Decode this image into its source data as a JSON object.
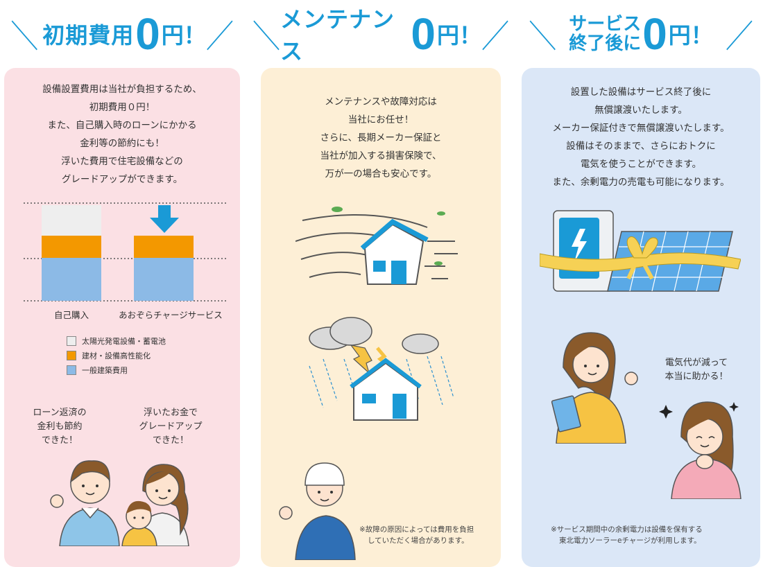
{
  "headers": [
    {
      "title": "初期費用",
      "zero": "0",
      "yen": "円！"
    },
    {
      "title": "メンテナンス",
      "zero": "0",
      "yen": "円！"
    },
    {
      "title_line1": "サービス",
      "title_line2": "終了後に",
      "zero": "0",
      "yen": "円！"
    }
  ],
  "panel1": {
    "desc": [
      "設備設置費用は当社が負担するため、",
      "初期費用０円！",
      "また、自己購入時のローンにかかる",
      "金利等の節約にも！",
      "浮いた費用で住宅設備などの",
      "グレードアップができます。"
    ],
    "bar_labels": [
      "自己購入",
      "あおぞらチャージサービス"
    ],
    "legend": [
      {
        "label": "太陽光発電設備・蓄電池",
        "color": "#eeeeee"
      },
      {
        "label": "建材・設備高性能化",
        "color": "#f39800"
      },
      {
        "label": "一般建築費用",
        "color": "#8cbae6"
      }
    ],
    "bubble_left": [
      "ローン返済の",
      "金利も節約",
      "できた！"
    ],
    "bubble_right": [
      "浮いたお金で",
      "グレードアップ",
      "できた！"
    ]
  },
  "panel2": {
    "desc": [
      "メンテナンスや故障対応は",
      "当社にお任せ！",
      "さらに、長期メーカー保証と",
      "当社が加入する損害保険で、",
      "万が一の場合も安心です。"
    ],
    "note": [
      "※故障の原因によっては費用を負担",
      "していただく場合があります。"
    ]
  },
  "panel3": {
    "desc": [
      "設置した設備はサービス終了後に",
      "無償譲渡いたします。",
      "メーカー保証付きで無償譲渡いたします。",
      "設備はそのままで、さらにおトクに",
      "電気を使うことができます。",
      "また、余剰電力の売電も可能になります。"
    ],
    "bubble": [
      "電気代が減って",
      "本当に助かる！"
    ],
    "note": [
      "※サービス期間中の余剰電力は設備を保有する",
      "東北電力ソーラーeチャージが利用します。"
    ]
  },
  "colors": {
    "accent": "#1a9ad6",
    "orange": "#f39800",
    "blue_bar": "#8cbae6",
    "pink": "#fbe0e4",
    "cream": "#fdefd6",
    "lightblue": "#dbe7f7"
  }
}
